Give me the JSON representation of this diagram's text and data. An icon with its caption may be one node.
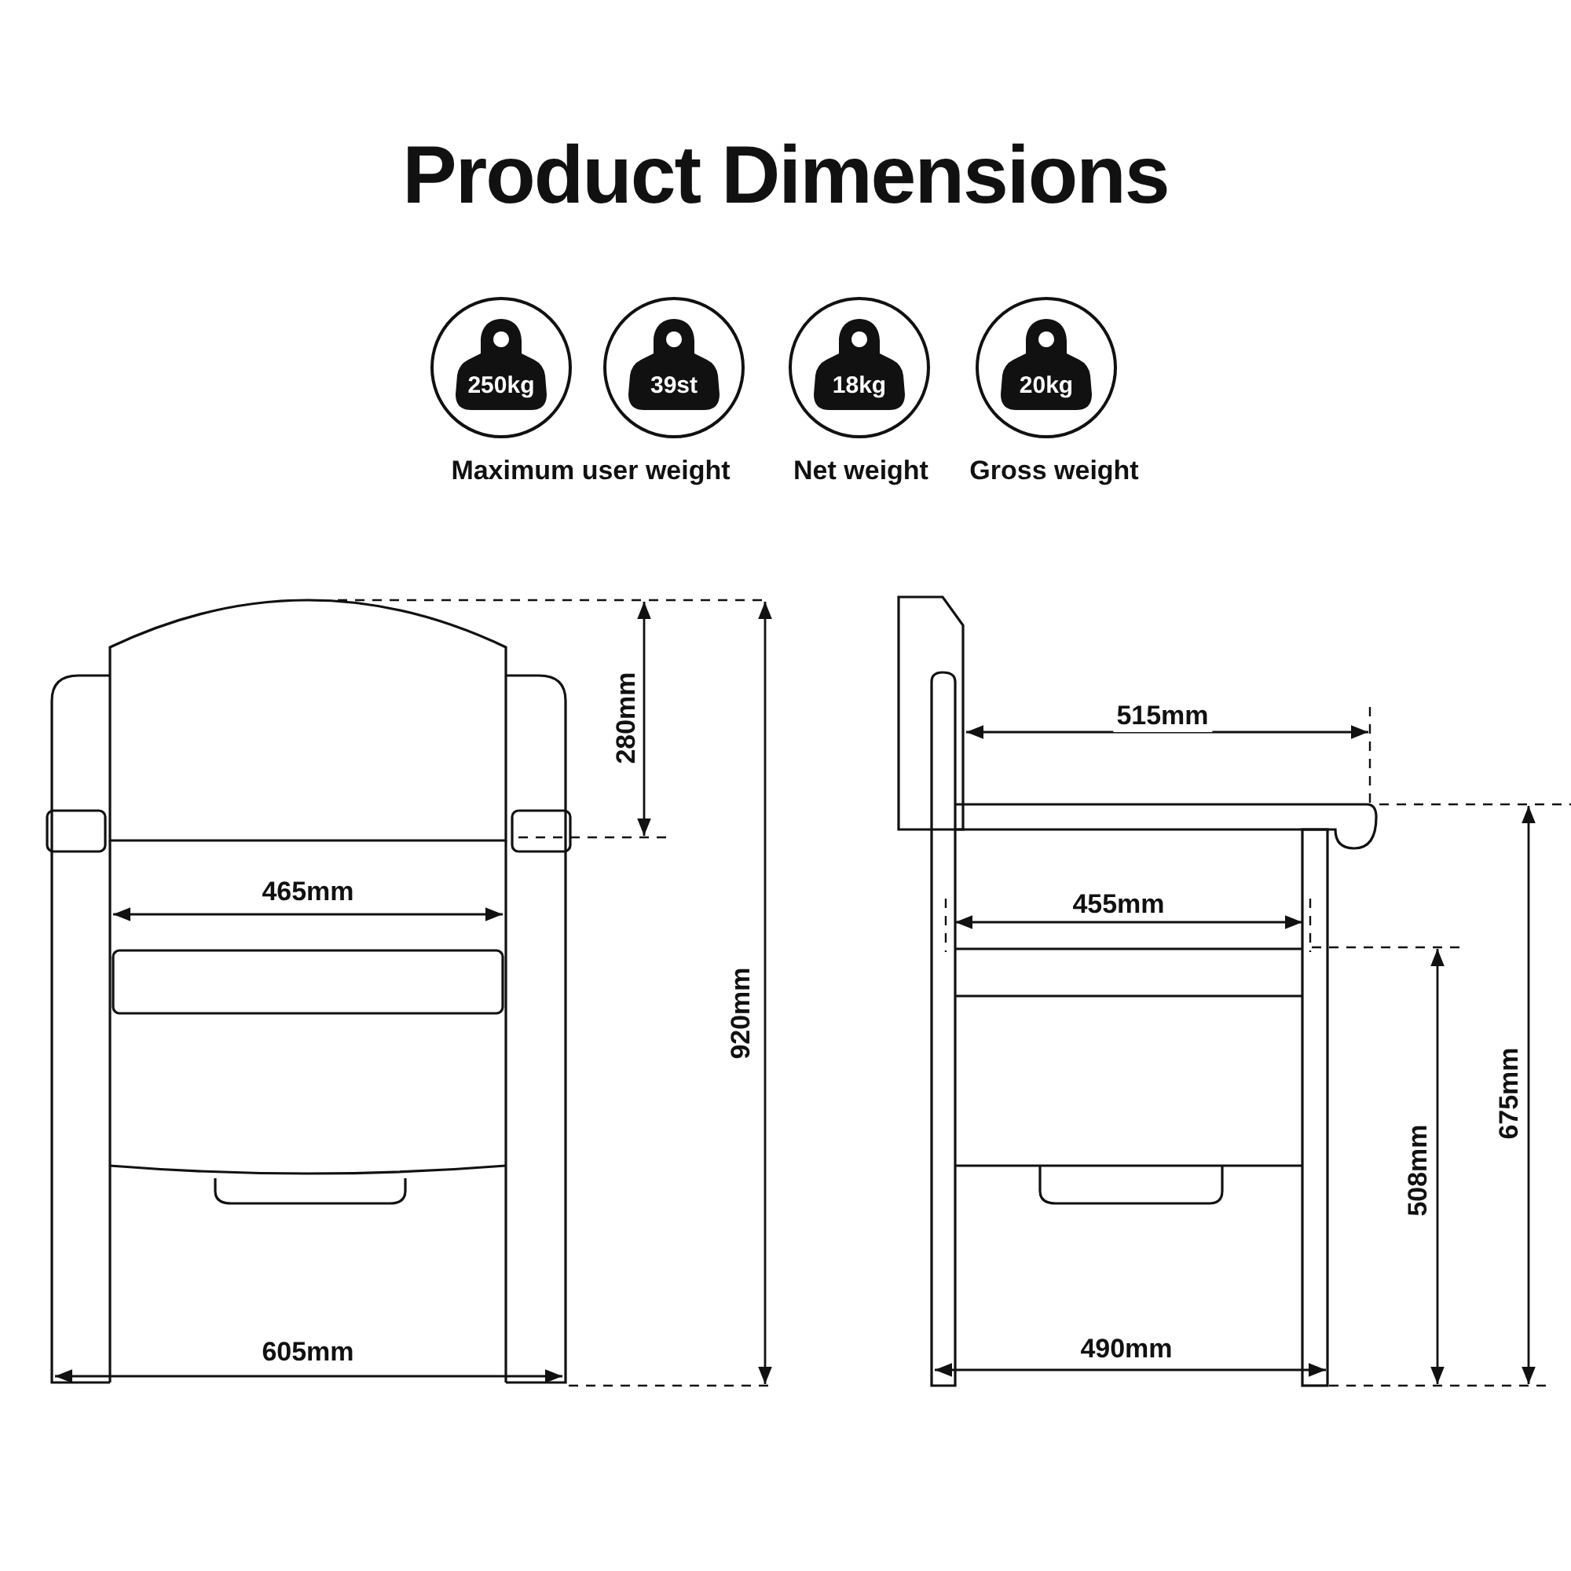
{
  "diagram": {
    "title": "Product Dimensions",
    "nodes": [
      {
        "text": [
          "250kg"
        ]
      },
      {
        "text": [
          "39st"
        ]
      },
      {
        "text": [
          "18kg"
        ]
      },
      {
        "text": [
          "20kg"
        ]
      }
    ],
    "labels": [
      "Maximum user weight",
      "Net weight",
      "Gross weight",
      "280mm",
      "515mm",
      "465mm",
      "455mm",
      "920mm",
      "675mm",
      "508mm",
      "605mm",
      "490mm"
    ]
  }
}
